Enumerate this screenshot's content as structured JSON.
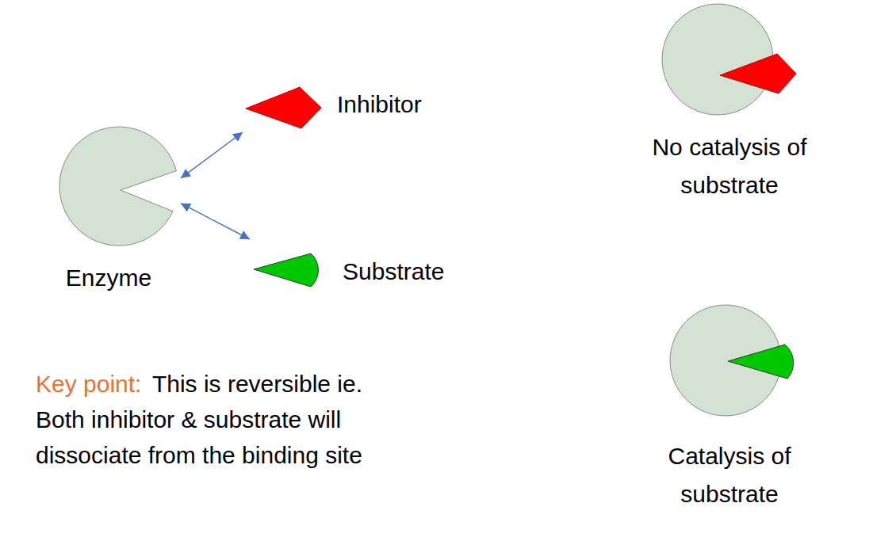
{
  "diagram": {
    "nodes": [
      {
        "text": [
          "Enzyme"
        ]
      },
      {
        "text": [
          "Inhibitor"
        ]
      },
      {
        "text": [
          "Substrate"
        ]
      },
      {
        "text": [
          "No catalysis of substrate"
        ]
      },
      {
        "text": [
          "Catalysis of substrate"
        ]
      }
    ],
    "edges": [
      {
        "from": 0,
        "to": 1,
        "arrow": "both"
      },
      {
        "from": 0,
        "to": 2,
        "arrow": "both"
      }
    ],
    "labels": [
      "Key point:",
      "This is reversible ie. Both inhibitor & substrate will dissociate from the binding site"
    ]
  }
}
